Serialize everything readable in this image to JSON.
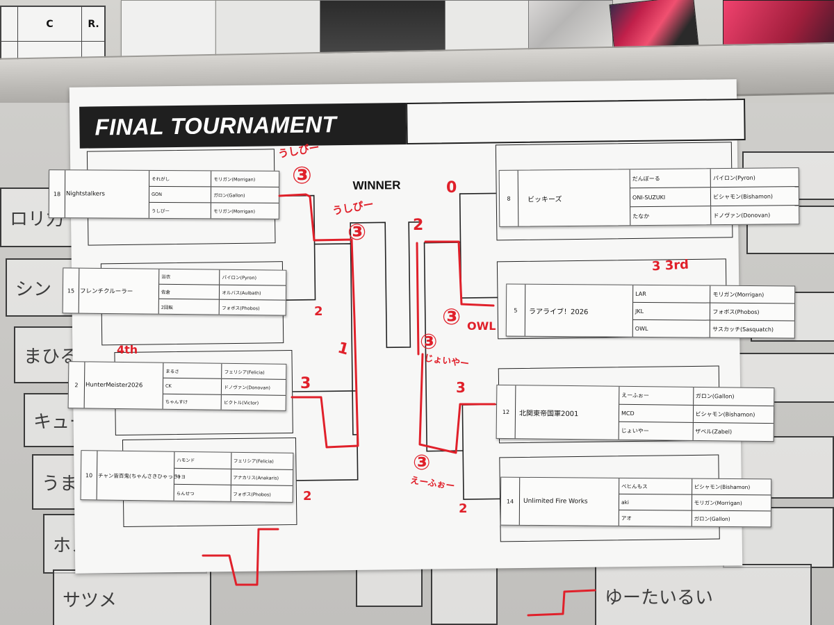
{
  "background": {
    "top_grid_labels": [
      "C",
      "R."
    ],
    "board_cells_left": [
      "ロリ力",
      "シン",
      "まひる",
      "キューブ",
      "うま",
      "ホノリンスキー",
      "サツメ"
    ],
    "board_cell_bottom_right": "ゆーたいるい"
  },
  "sheet": {
    "title": "FINAL TOURNAMENT",
    "winner_label": "WINNER"
  },
  "teams": [
    {
      "seed": "18",
      "name": "Nightstalkers",
      "members": [
        {
          "player": "それがし",
          "character": "モリガン(Morrigan)"
        },
        {
          "player": "GON",
          "character": "ガロン(Gallon)"
        },
        {
          "player": "うしぴー",
          "character": "モリガン(Morrigan)"
        }
      ]
    },
    {
      "seed": "15",
      "name": "フレンチクルーラー",
      "members": [
        {
          "player": "浴衣",
          "character": "パイロン(Pyron)"
        },
        {
          "player": "佐倉",
          "character": "オルバス(Aulbath)"
        },
        {
          "player": "2回転",
          "character": "フォボス(Phobos)"
        }
      ]
    },
    {
      "seed": "2",
      "name": "HunterMeister2026",
      "members": [
        {
          "player": "まるさ",
          "character": "フェリシア(Felicia)"
        },
        {
          "player": "CK",
          "character": "ドノヴァン(Donovan)"
        },
        {
          "player": "ちゃんすけ",
          "character": "ビクトル(Victor)"
        }
      ]
    },
    {
      "seed": "10",
      "name": "チャン皆百鬼(ちゃんさきひゃっき)",
      "members": [
        {
          "player": "ハモンド",
          "character": "フェリシア(Felicia)"
        },
        {
          "player": "キヨ",
          "character": "アナカリス(Anakaris)"
        },
        {
          "player": "らんせつ",
          "character": "フォボス(Phobos)"
        }
      ]
    },
    {
      "seed": "8",
      "name": "ビッキーズ",
      "members": [
        {
          "player": "だんぼーる",
          "character": "パイロン(Pyron)"
        },
        {
          "player": "ONI-SUZUKI",
          "character": "ビシャモン(Bishamon)"
        },
        {
          "player": "たなか",
          "character": "ドノヴァン(Donovan)"
        }
      ]
    },
    {
      "seed": "5",
      "name": "ラアライブ！2026",
      "members": [
        {
          "player": "LAR",
          "character": "モリガン(Morrigan)"
        },
        {
          "player": "JKL",
          "character": "フォボス(Phobos)"
        },
        {
          "player": "OWL",
          "character": "サスカッチ(Sasquatch)"
        }
      ]
    },
    {
      "seed": "12",
      "name": "北関東帝国軍2001",
      "members": [
        {
          "player": "えーふぉー",
          "character": "ガロン(Gallon)"
        },
        {
          "player": "MCD",
          "character": "ビシャモン(Bishamon)"
        },
        {
          "player": "じょいやー",
          "character": "ザベル(Zabel)"
        }
      ]
    },
    {
      "seed": "14",
      "name": "Unlimited Fire Works",
      "members": [
        {
          "player": "べヒんもス",
          "character": "ビシャモン(Bishamon)"
        },
        {
          "player": "aki",
          "character": "モリガン(Morrigan)"
        },
        {
          "player": "アオ",
          "character": "ガロン(Gallon)"
        }
      ]
    }
  ],
  "annotations": {
    "winner_top_circle": "③",
    "winner_top_name": "うしぴー",
    "winner_final_circle": "③",
    "winner_final_name": "うしぴー",
    "left_bottom_circle": "③",
    "left_bottom_name": "えーふぉー",
    "right_semi_circle": "③",
    "right_semi_name": "じょいやー",
    "right_top_circle": "③",
    "right_top_name": "OWL",
    "score_18_vs_15_loser": "2",
    "score_2_vs_10_winner": "3",
    "score_10": "2",
    "score_semi_left_loser": "1",
    "score_final_right": "2",
    "score_8": "0",
    "score_12": "3",
    "score_14": "2",
    "third_place": "3 3rd",
    "fourth_place": "4th"
  },
  "colors": {
    "marker_red": "#e0202a",
    "title_bar": "#1f1f1f",
    "paper": "#f7f7f6"
  }
}
